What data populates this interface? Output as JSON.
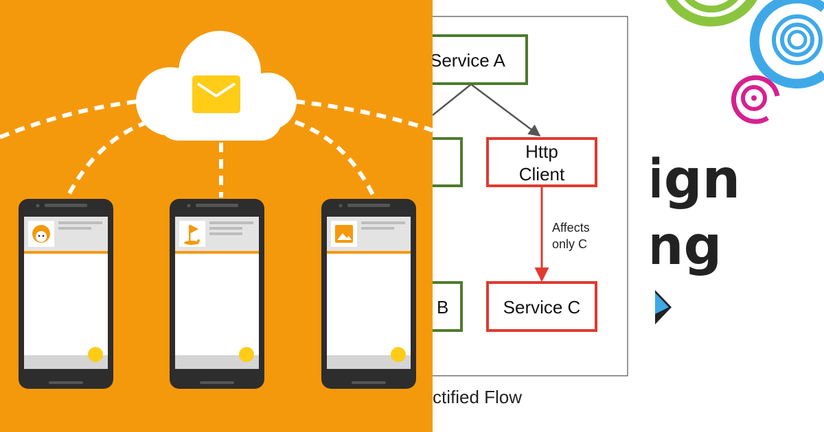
{
  "colors": {
    "left_background": "#f5990c",
    "cloud": "#ffffff",
    "envelope": "#ffcc17",
    "phone_body": "#2d2d2d",
    "accent_bar": "#f5990c",
    "fab": "#ffcc17",
    "diagram_green": "#4e7b2c",
    "diagram_red": "#e03a2e",
    "arc_green": "#8bc53f",
    "arc_blue": "#3fa9e8",
    "arc_magenta": "#d6208f"
  },
  "notifications": {
    "cloud_icon": "envelope-icon",
    "phones": [
      {
        "icon": "face-icon"
      },
      {
        "icon": "golf-flag-icon"
      },
      {
        "icon": "image-icon"
      }
    ]
  },
  "diagram": {
    "nodes": {
      "service_a": "Service A",
      "http_client_line1": "Http",
      "http_client_line2": "Client",
      "service_b_partial": "B",
      "service_c": "Service C"
    },
    "edge_label_line1": "Affects",
    "edge_label_line2": "only C",
    "caption": "ctified Flow"
  },
  "title_card": {
    "line1": "ign",
    "line2": "ng"
  }
}
